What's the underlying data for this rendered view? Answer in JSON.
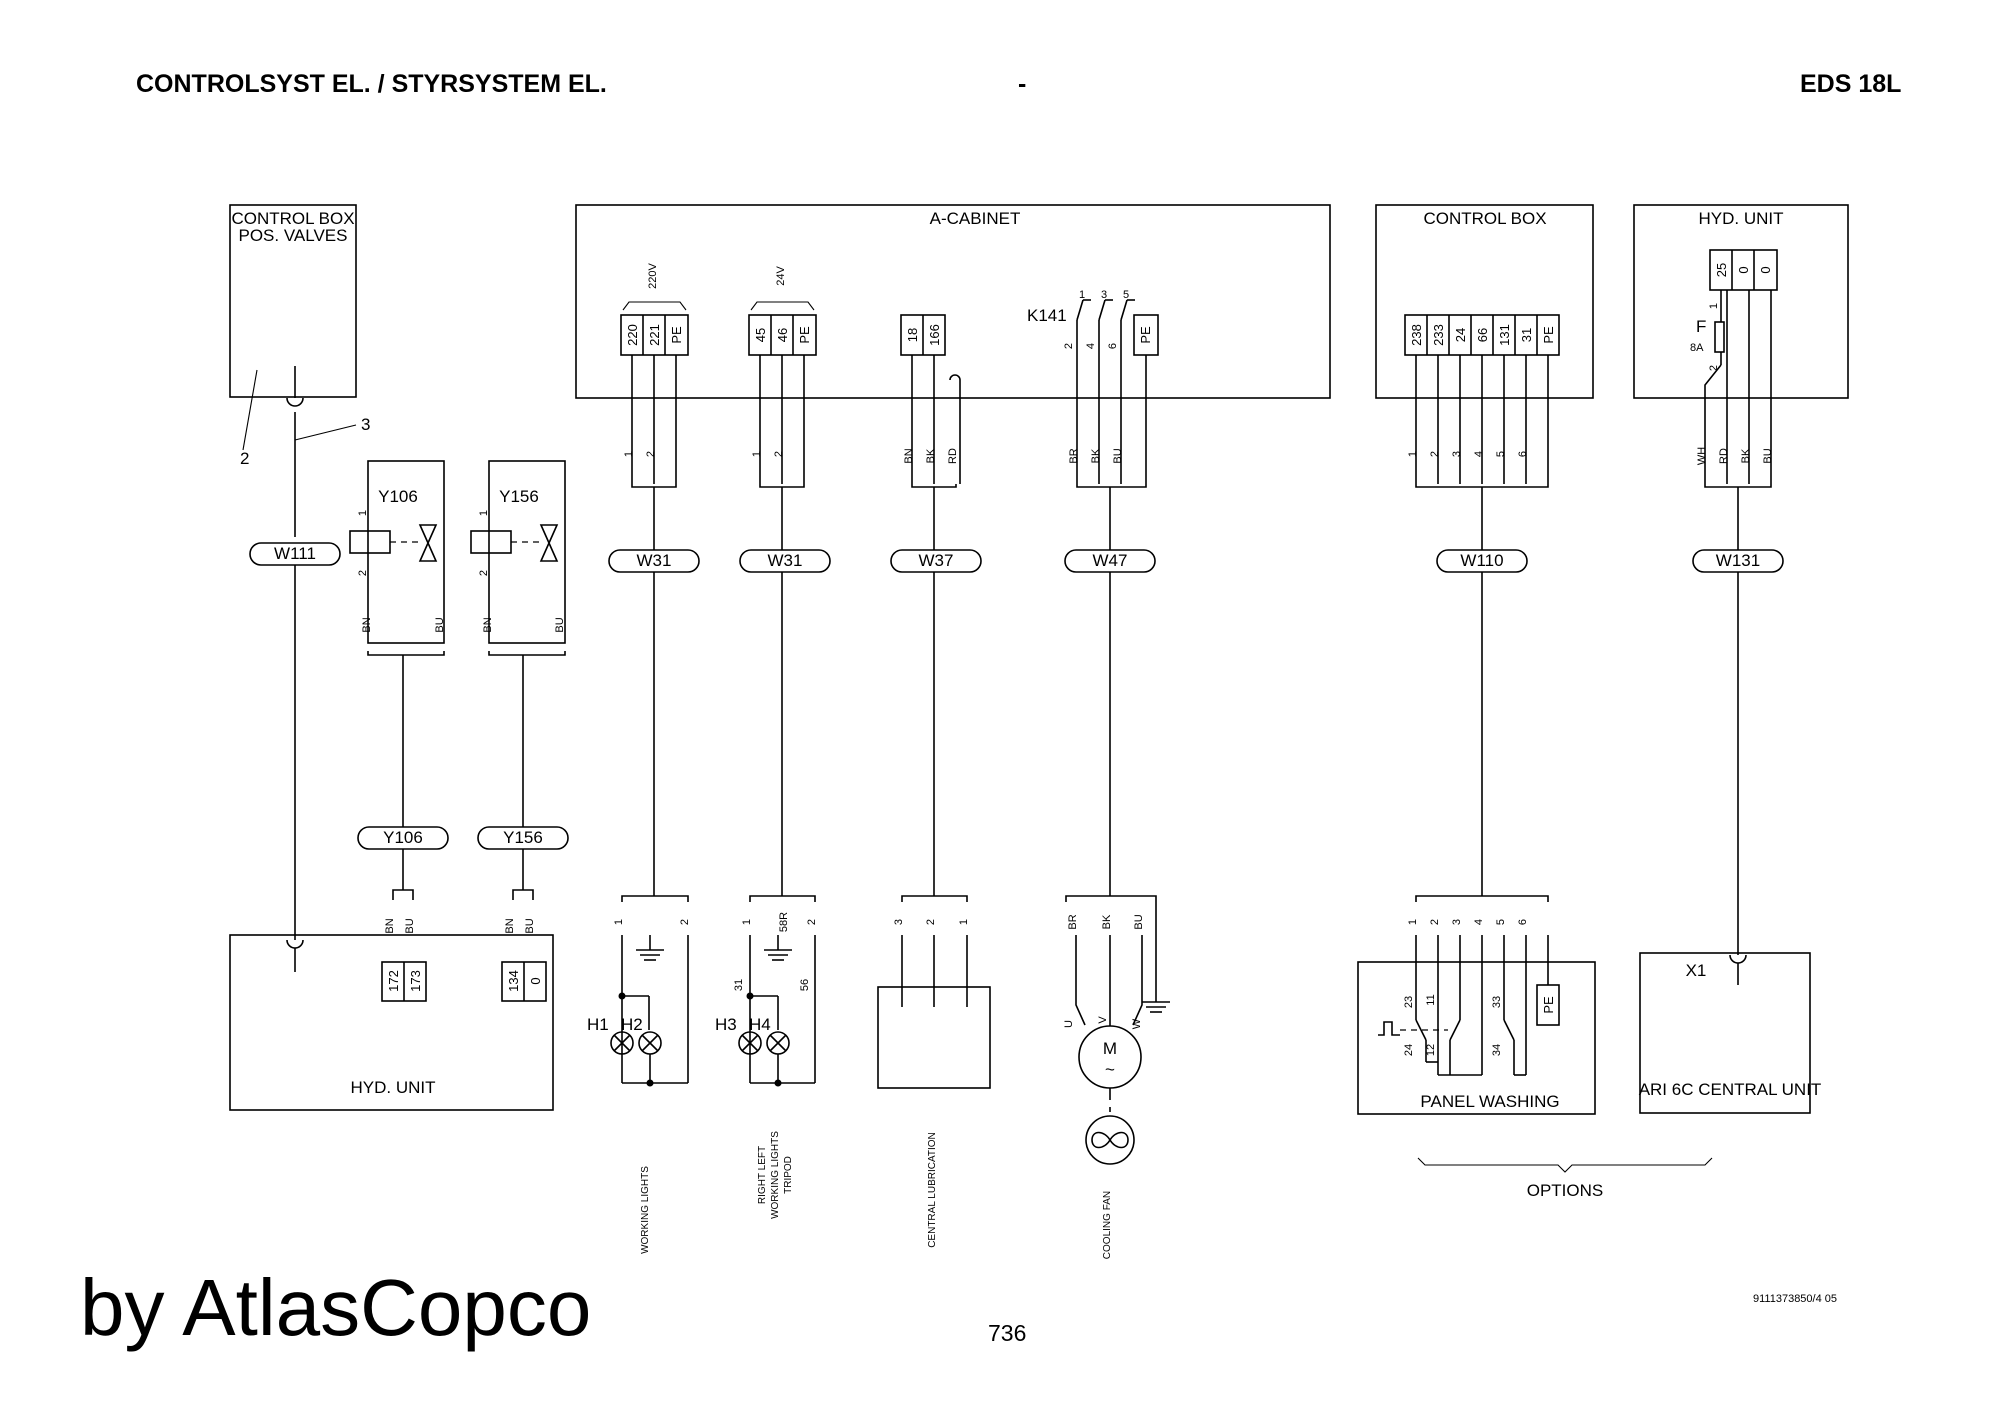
{
  "header": {
    "left": "CONTROLSYST EL. / STYRSYSTEM EL.",
    "center": "-",
    "right": "EDS 18L"
  },
  "boxes": {
    "control_box_valves_1": "CONTROL BOX",
    "control_box_valves_2": "POS. VALVES",
    "a_cabinet": "A-CABINET",
    "control_box": "CONTROL BOX",
    "hyd_unit_top": "HYD. UNIT",
    "hyd_unit_bottom": "HYD. UNIT",
    "panel_washing": "PANEL WASHING",
    "ari": "ARI 6C  CENTRAL UNIT"
  },
  "terminals": {
    "t220v": [
      "220",
      "221",
      "PE"
    ],
    "t24v": [
      "45",
      "46",
      "PE"
    ],
    "t_lub": [
      "18",
      "166"
    ],
    "t_pe": "PE",
    "t_cb": [
      "238",
      "233",
      "24",
      "66",
      "131",
      "31",
      "PE"
    ],
    "t_hyd": [
      "25",
      "0",
      "0"
    ],
    "t_hyd_bottom_a": [
      "172",
      "173"
    ],
    "t_hyd_bottom_b": [
      "134",
      "0"
    ],
    "t_pw": "PE"
  },
  "voltages": {
    "v220": "220V",
    "v24": "24V"
  },
  "relay": {
    "name": "K141",
    "pins_top": [
      "1",
      "3",
      "5"
    ],
    "pins_bottom": [
      "2",
      "4",
      "6"
    ]
  },
  "fuse": {
    "name": "F",
    "rating": "8A",
    "pin_top": "1",
    "pin_bottom": "2"
  },
  "callouts": {
    "c2": "2",
    "c3": "3"
  },
  "valves": {
    "y106": {
      "name": "Y106",
      "pin1": "1",
      "pin2": "2"
    },
    "y156": {
      "name": "Y156",
      "pin1": "1",
      "pin2": "2"
    }
  },
  "cables": {
    "w111": "W111",
    "w31a": "W31",
    "w31b": "W31",
    "w37": "W37",
    "w47": "W47",
    "w110": "W110",
    "w131": "W131",
    "y106": "Y106",
    "y156": "Y156"
  },
  "wire_labels": {
    "bn": "BN",
    "bu": "BU",
    "bk": "BK",
    "rd": "RD",
    "br": "BR",
    "wh": "WH",
    "n1": "1",
    "n2": "2",
    "n3": "3",
    "n4": "4",
    "n5": "5",
    "n6": "6",
    "s58r": "58R",
    "s31": "31",
    "s56": "56"
  },
  "pw_contacts": {
    "c23": "23",
    "c24": "24",
    "c11": "11",
    "c12": "12",
    "c33": "33",
    "c34": "34"
  },
  "motor": {
    "m": "M",
    "ac": "~",
    "u": "U",
    "v": "V",
    "w": "W"
  },
  "lamps": {
    "h1": "H1",
    "h2": "H2",
    "h3": "H3",
    "h4": "H4"
  },
  "x1": "X1",
  "captions": {
    "working_lights": "WORKING LIGHTS",
    "rl1": "RIGHT LEFT",
    "rl2": "WORKING LIGHTS",
    "rl3": "TRIPOD",
    "central_lub": "CENTRAL LUBRICATION",
    "cooling_fan": "COOLING FAN",
    "options": "OPTIONS"
  },
  "footer": {
    "brand": "by AtlasCopco",
    "page": "736",
    "doc": "9111373850/4 05"
  }
}
